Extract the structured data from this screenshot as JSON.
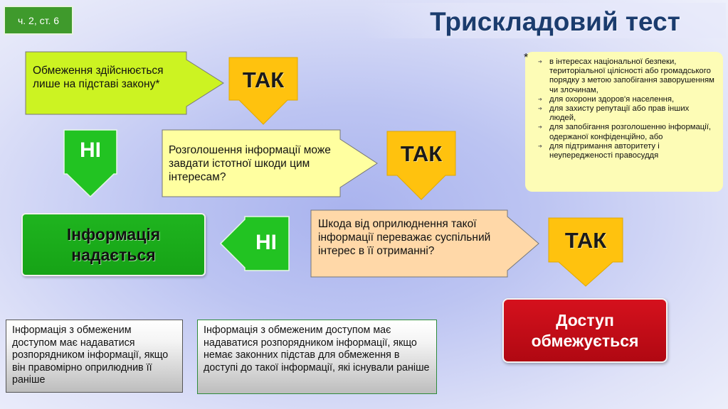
{
  "header": {
    "badge": "ч. 2, ст. 6",
    "title": "Трискладовий тест"
  },
  "flow": {
    "step1": "Обмеження здійснюється лише на підставі закону*",
    "step2": "Розголошення інформації може завдати істотної шкоди цим інтересам?",
    "step3": "Шкода від оприлюднення такої інформації переважає суспільний інтерес в її отриманні?",
    "yes_label": "ТАК",
    "no_label": "НІ",
    "result_provided": "Інформація надається",
    "result_restricted": "Доступ обмежується"
  },
  "footnote": {
    "marker": "*",
    "items": [
      "в інтересах національної безпеки, територіальної цілісності або громадського порядку з метою запобігання заворушенням чи злочинам,",
      "для охорони здоров'я населення,",
      "для захисту репутації або прав інших людей,",
      "для запобігання розголошенню інформації, одержаної конфіденційно, або",
      "для підтримання авторитету і неупередженості правосуддя"
    ]
  },
  "notes": {
    "left": "Інформація з обмеженим доступом має надаватися розпорядником інформації, якщо він правомірно оприлюднив її раніше",
    "right": "Інформація з обмеженим доступом має надаватися розпорядником інформації, якщо немає законних підстав для обмеження в доступі до такої інформації, які існували раніше"
  },
  "colors": {
    "step1_fill": "#ccf322",
    "step2_fill": "#ffffa0",
    "step3_fill": "#ffd8a8",
    "yes_fill": "#ffc20e",
    "no_fill": "#22c322",
    "provided_fill": "#1aab1a",
    "restricted_fill": "#c70d18",
    "title_color": "#1b3c6e"
  }
}
